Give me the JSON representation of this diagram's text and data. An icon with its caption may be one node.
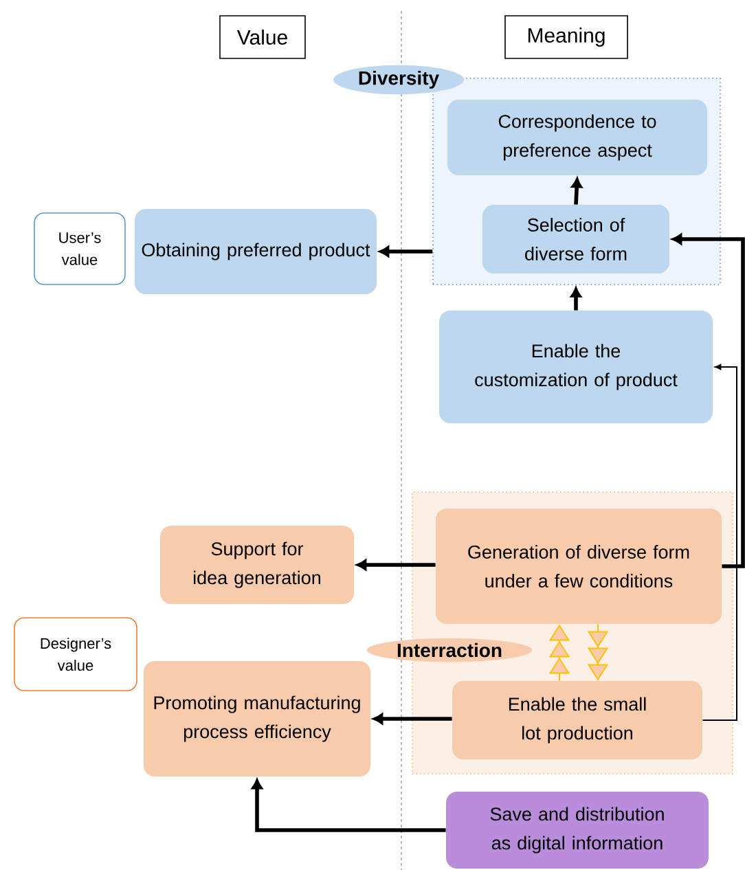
{
  "diagram": {
    "nodes": [
      {
        "text": [
          "Value"
        ]
      },
      {
        "text": [
          "Meaning"
        ]
      },
      {
        "text": [
          "Diversity"
        ]
      },
      {
        "text": [
          "Correspondence to preference aspect"
        ],
        "in": 2
      },
      {
        "text": [
          "Selection of diverse form"
        ],
        "in": 2
      },
      {
        "text": [
          "Enable the customization of product"
        ]
      },
      {
        "text": [
          "User’s value"
        ]
      },
      {
        "text": [
          "Obtaining preferred product"
        ]
      },
      {
        "text": [
          "Interraction"
        ]
      },
      {
        "text": [
          "Generation of diverse form under a few conditions"
        ],
        "in": 8
      },
      {
        "text": [
          "Enable the small lot production"
        ],
        "in": 8
      },
      {
        "text": [
          "Support for idea generation"
        ]
      },
      {
        "text": [
          "Designer’s value"
        ]
      },
      {
        "text": [
          "Promoting manufacturing process efficiency"
        ]
      },
      {
        "text": [
          "Save and distribution as digital information"
        ]
      }
    ],
    "edges": [
      {
        "from": 4,
        "to": 3,
        "arrow": "to"
      },
      {
        "from": 5,
        "to": 2,
        "arrow": "to"
      },
      {
        "from": 2,
        "to": 7,
        "arrow": "to"
      },
      {
        "from": 9,
        "to": 4,
        "arrow": "to"
      },
      {
        "from": 10,
        "to": 5,
        "arrow": "to"
      },
      {
        "from": 9,
        "to": 11,
        "arrow": "to"
      },
      {
        "from": 10,
        "to": 13,
        "arrow": "to"
      },
      {
        "from": 14,
        "to": 13,
        "arrow": "to"
      },
      {
        "from": 10,
        "to": 9,
        "arrow": "to",
        "color": "#ffc000"
      },
      {
        "from": 9,
        "to": 10,
        "arrow": "to",
        "color": "#ffc000"
      }
    ]
  }
}
